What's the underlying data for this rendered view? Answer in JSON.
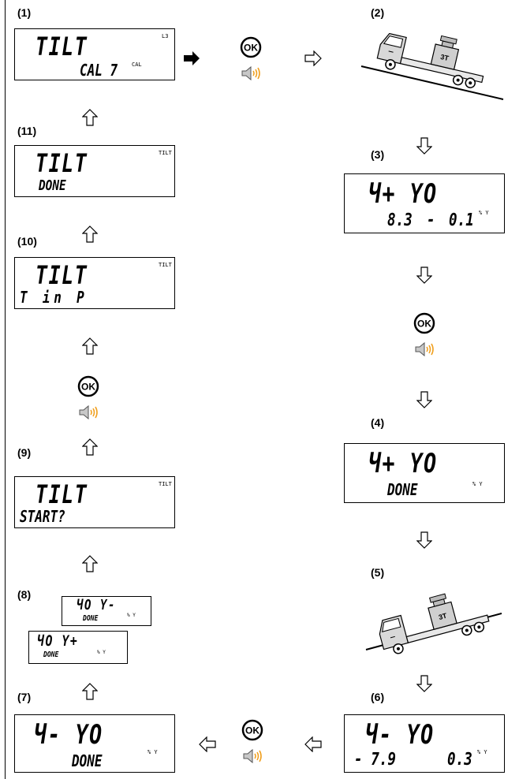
{
  "steps": [
    "(1)",
    "(2)",
    "(3)",
    "(4)",
    "(5)",
    "(6)",
    "(7)",
    "(8)",
    "(9)",
    "(10)",
    "(11)"
  ],
  "displays": {
    "d1": {
      "line1": "TILT",
      "line2": "CAL 7",
      "sup": "CAL",
      "corner": "L3"
    },
    "d3": {
      "line1": "Ч+ YO",
      "left": "8.3",
      "mid": "-",
      "right": "0.1",
      "sup": "% Y"
    },
    "d4": {
      "line1": "Ч+ YO",
      "line2": "DONE",
      "sup": "% Y"
    },
    "d6": {
      "line1": "Ч- YO",
      "left": "- 7.9",
      "right": "0.3",
      "sup": "% Y"
    },
    "d7": {
      "line1": "Ч- YO",
      "line2": "DONE",
      "sup": "% Y"
    },
    "d8a": {
      "line1": "ЧO Y-",
      "line2": "DONE",
      "sup": "% Y"
    },
    "d8b": {
      "line1": "ЧO Y+",
      "line2": "DONE",
      "sup": "% Y"
    },
    "d9": {
      "line1": "TILT",
      "line2": "START?",
      "corner": "TILT"
    },
    "d10": {
      "line1": "TILT",
      "line2": "T in P",
      "corner": "TILT"
    },
    "d11": {
      "line1": "TILT",
      "line2": "DONE",
      "corner": "TILT"
    }
  },
  "weight_label": "3T",
  "ok_label": "OK",
  "colors": {
    "sound_waves": "#f0a020",
    "speaker": "#c0c0c0",
    "truck": "#d8d8d8"
  }
}
